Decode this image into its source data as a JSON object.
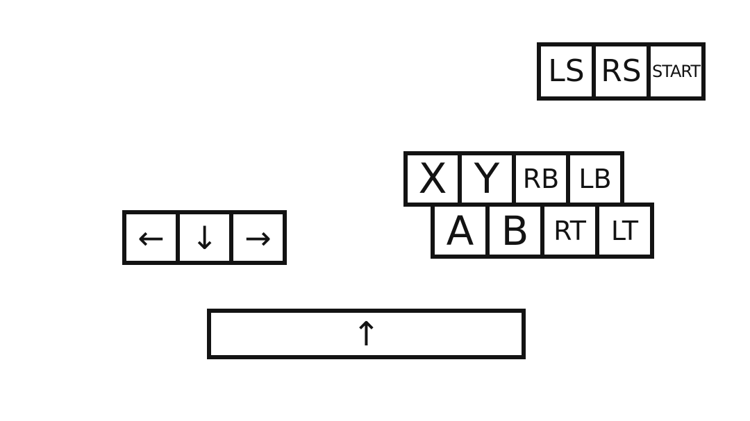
{
  "theme": {
    "background": "#ffffff",
    "key_fill": "#ffffff",
    "key_border": "#131313",
    "key_text": "#131313"
  },
  "rows": {
    "system": {
      "keys": [
        {
          "label": "LS"
        },
        {
          "label": "RS"
        },
        {
          "label": "START"
        }
      ]
    },
    "face_top": {
      "keys": [
        {
          "label": "X"
        },
        {
          "label": "Y"
        },
        {
          "label": "RB"
        },
        {
          "label": "LB"
        }
      ]
    },
    "face_bottom": {
      "keys": [
        {
          "label": "A"
        },
        {
          "label": "B"
        },
        {
          "label": "RT"
        },
        {
          "label": "LT"
        }
      ]
    },
    "dpad": {
      "keys": [
        {
          "label": "←",
          "icon": "arrow-left"
        },
        {
          "label": "↓",
          "icon": "arrow-down"
        },
        {
          "label": "→",
          "icon": "arrow-right"
        }
      ]
    },
    "space": {
      "label": "↑",
      "icon": "arrow-up"
    }
  }
}
